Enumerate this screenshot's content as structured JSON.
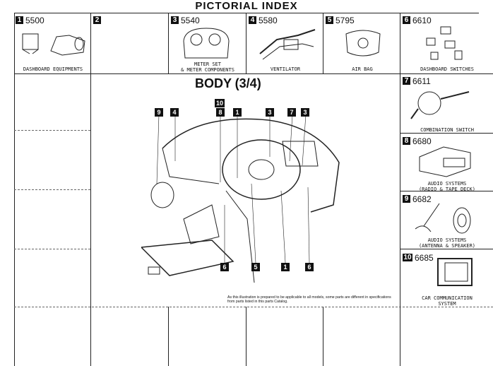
{
  "header": {
    "title": "PICTORIAL INDEX"
  },
  "top_cells": [
    {
      "num": "1",
      "code": "5500",
      "caption": "DASHBOARD EQUIPMENTS",
      "icon": "dashboard-equipment-icon"
    },
    {
      "num": "2",
      "code": "",
      "caption": "",
      "icon": ""
    },
    {
      "num": "3",
      "code": "5540",
      "caption": "METER SET\n& METER COMPONENTS",
      "icon": "meter-icon"
    },
    {
      "num": "4",
      "code": "5580",
      "caption": "VENTILATOR",
      "icon": "ventilator-icon"
    },
    {
      "num": "5",
      "code": "5795",
      "caption": "AIR BAG",
      "icon": "airbag-icon"
    }
  ],
  "right_cells": [
    {
      "num": "6",
      "code": "6610",
      "caption": "DASHBOARD SWITCHES",
      "icon": "switches-icon"
    },
    {
      "num": "7",
      "code": "6611",
      "caption": "COMBINATION SWITCH",
      "icon": "combination-switch-icon"
    },
    {
      "num": "8",
      "code": "6680",
      "caption": "AUDIO SYSTEMS\n(RADIO & TAPE DECK)",
      "icon": "radio-icon"
    },
    {
      "num": "9",
      "code": "6682",
      "caption": "AUDIO SYSTEMS\n(ANTENNA & SPEAKER)",
      "icon": "speaker-icon"
    },
    {
      "num": "10",
      "code": "6685",
      "caption": "CAR COMMUNICATION\nSYSTEM",
      "icon": "screen-icon"
    }
  ],
  "main": {
    "title": "BODY (3/4)",
    "note": "As this illustration is prepared to be applicable to all models, some parts are different in specifications from parts listed in this parts Catalog.",
    "callouts": [
      "9",
      "4",
      "10",
      "8",
      "1",
      "3",
      "7",
      "3",
      "6",
      "5",
      "1",
      "6"
    ]
  }
}
